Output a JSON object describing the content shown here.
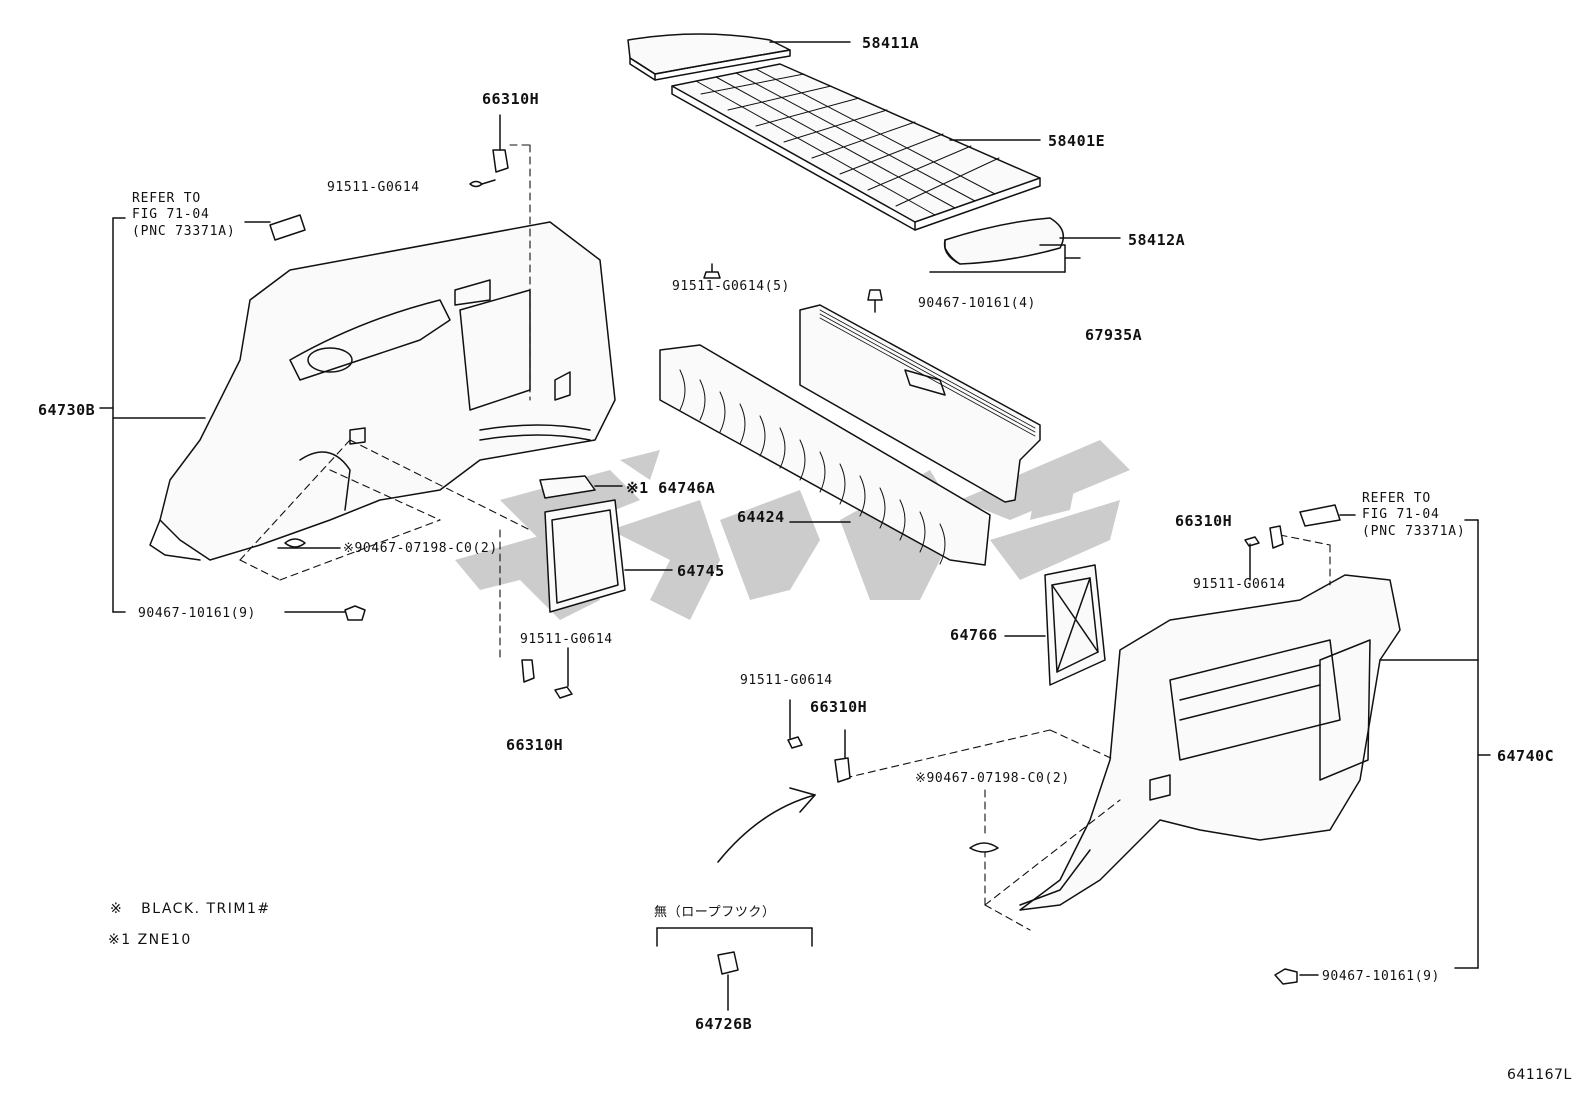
{
  "diagram": {
    "catalog_code": "641167L",
    "watermark_color": "#bdbdbd",
    "line_color": "#111111",
    "notes": [
      {
        "mark": "※",
        "text": "BLACK. TRIM1#"
      },
      {
        "mark": "※1",
        "text": "ZNE10"
      }
    ],
    "refer_left": [
      "REFER TO",
      "FIG 71-04",
      "(PNC 73371A)"
    ],
    "refer_right": [
      "REFER TO",
      "FIG 71-04",
      "(PNC 73371A)"
    ],
    "rope_hook_caption": "無（ロープフツク）",
    "parts": {
      "p58411A": "58411A",
      "p58401E": "58401E",
      "p58412A": "58412A",
      "p67935A": "67935A",
      "p90467_10161_4": "90467-10161(4)",
      "p91511_G0614_5": "91511-G0614(5)",
      "p66310H_top": "66310H",
      "p91511_top": "91511-G0614",
      "p64730B": "64730B",
      "p90467_07198_left": "※90467-07198-C0(2)",
      "p90467_10161_9_left": "90467-10161(9)",
      "p64746A": "※1 64746A",
      "p64424": "64424",
      "p64745": "64745",
      "p91511_mid": "91511-G0614",
      "p66310H_mid": "66310H",
      "p66310H_right": "66310H",
      "p91511_right": "91511-G0614",
      "p64766": "64766",
      "p91511_lower": "91511-G0614",
      "p66310H_lower": "66310H",
      "p90467_07198_right": "※90467-07198-C0(2)",
      "p64740C": "64740C",
      "p90467_10161_9_right": "90467-10161(9)",
      "p64726B": "64726B"
    }
  }
}
